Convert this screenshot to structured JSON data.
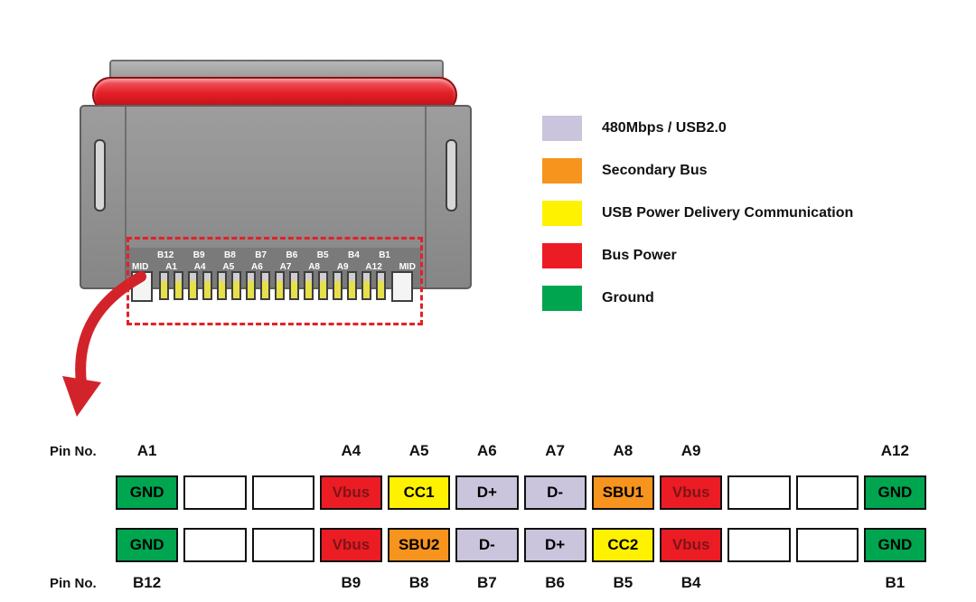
{
  "legend": {
    "items": [
      {
        "label": "480Mbps / USB2.0",
        "color": "#CBC4DD"
      },
      {
        "label": "Secondary Bus",
        "color": "#F7941D"
      },
      {
        "label": "USB Power Delivery Communication",
        "color": "#FFF200"
      },
      {
        "label": "Bus Power",
        "color": "#EC1C24"
      },
      {
        "label": "Ground",
        "color": "#00A550"
      }
    ]
  },
  "connector": {
    "pin_row_top": [
      "B12",
      "B9",
      "B8",
      "B7",
      "B6",
      "B5",
      "B4",
      "B1"
    ],
    "pin_row_bottom": [
      "MID",
      "A1",
      "A4",
      "A5",
      "A6",
      "A7",
      "A8",
      "A9",
      "A12",
      "MID"
    ],
    "contact_count": 16
  },
  "pin_table": {
    "row_label": "Pin No.",
    "top_numbers": [
      "A1",
      "",
      "",
      "A4",
      "A5",
      "A6",
      "A7",
      "A8",
      "A9",
      "",
      "",
      "A12"
    ],
    "top_cells": [
      {
        "text": "GND",
        "color": "#00A550",
        "text_color": "#000000"
      },
      {
        "text": "",
        "color": "#FFFFFF",
        "text_color": "#000000"
      },
      {
        "text": "",
        "color": "#FFFFFF",
        "text_color": "#000000"
      },
      {
        "text": "Vbus",
        "color": "#EC1C24",
        "text_color": "#7F1416"
      },
      {
        "text": "CC1",
        "color": "#FFF200",
        "text_color": "#000000"
      },
      {
        "text": "D+",
        "color": "#CBC4DD",
        "text_color": "#000000"
      },
      {
        "text": "D-",
        "color": "#CBC4DD",
        "text_color": "#000000"
      },
      {
        "text": "SBU1",
        "color": "#F7941D",
        "text_color": "#000000"
      },
      {
        "text": "Vbus",
        "color": "#EC1C24",
        "text_color": "#7F1416"
      },
      {
        "text": "",
        "color": "#FFFFFF",
        "text_color": "#000000"
      },
      {
        "text": "",
        "color": "#FFFFFF",
        "text_color": "#000000"
      },
      {
        "text": "GND",
        "color": "#00A550",
        "text_color": "#000000"
      }
    ],
    "bottom_cells": [
      {
        "text": "GND",
        "color": "#00A550",
        "text_color": "#000000"
      },
      {
        "text": "",
        "color": "#FFFFFF",
        "text_color": "#000000"
      },
      {
        "text": "",
        "color": "#FFFFFF",
        "text_color": "#000000"
      },
      {
        "text": "Vbus",
        "color": "#EC1C24",
        "text_color": "#7F1416"
      },
      {
        "text": "SBU2",
        "color": "#F7941D",
        "text_color": "#000000"
      },
      {
        "text": "D-",
        "color": "#CBC4DD",
        "text_color": "#000000"
      },
      {
        "text": "D+",
        "color": "#CBC4DD",
        "text_color": "#000000"
      },
      {
        "text": "CC2",
        "color": "#FFF200",
        "text_color": "#000000"
      },
      {
        "text": "Vbus",
        "color": "#EC1C24",
        "text_color": "#7F1416"
      },
      {
        "text": "",
        "color": "#FFFFFF",
        "text_color": "#000000"
      },
      {
        "text": "",
        "color": "#FFFFFF",
        "text_color": "#000000"
      },
      {
        "text": "GND",
        "color": "#00A550",
        "text_color": "#000000"
      }
    ],
    "bottom_numbers": [
      "B12",
      "",
      "",
      "B9",
      "B8",
      "B7",
      "B6",
      "B5",
      "B4",
      "",
      "",
      "B1"
    ]
  }
}
